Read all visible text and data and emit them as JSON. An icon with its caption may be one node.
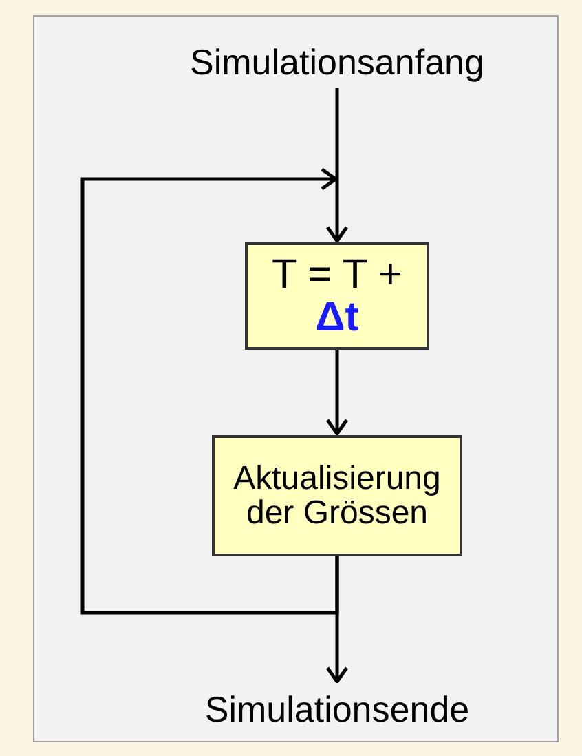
{
  "diagram": {
    "nodes": [
      {
        "text": [
          "Simulationsanfang"
        ]
      },
      {
        "text": [
          "T = T + **Δt**"
        ]
      },
      {
        "text": [
          "Aktualisierung der Grössen"
        ]
      },
      {
        "text": [
          "Simulationsende"
        ]
      }
    ],
    "edges": [
      {
        "from": 0,
        "to": 1,
        "arrow": "to"
      },
      {
        "from": 1,
        "to": 2,
        "arrow": "to"
      },
      {
        "from": 2,
        "to": 3,
        "arrow": "to"
      },
      {
        "from": 2,
        "to": 1,
        "arrow": "to"
      }
    ]
  }
}
